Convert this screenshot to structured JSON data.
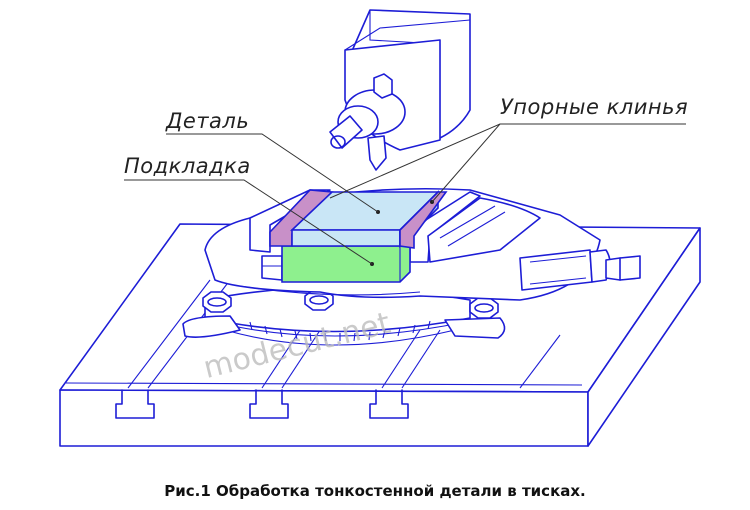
{
  "labels": {
    "detail": "Деталь",
    "shim": "Подкладка",
    "wedges": "Упорные клинья"
  },
  "watermark": "modecut.net",
  "caption": "Рис.1 Обработка тонкостенной детали в тисках.",
  "colors": {
    "outline": "#1d1dd6",
    "detail_fill": "#c9e6f6",
    "shim_fill": "#8ef08e",
    "wedge_fill": "#c890c8",
    "leader": "#333333"
  }
}
